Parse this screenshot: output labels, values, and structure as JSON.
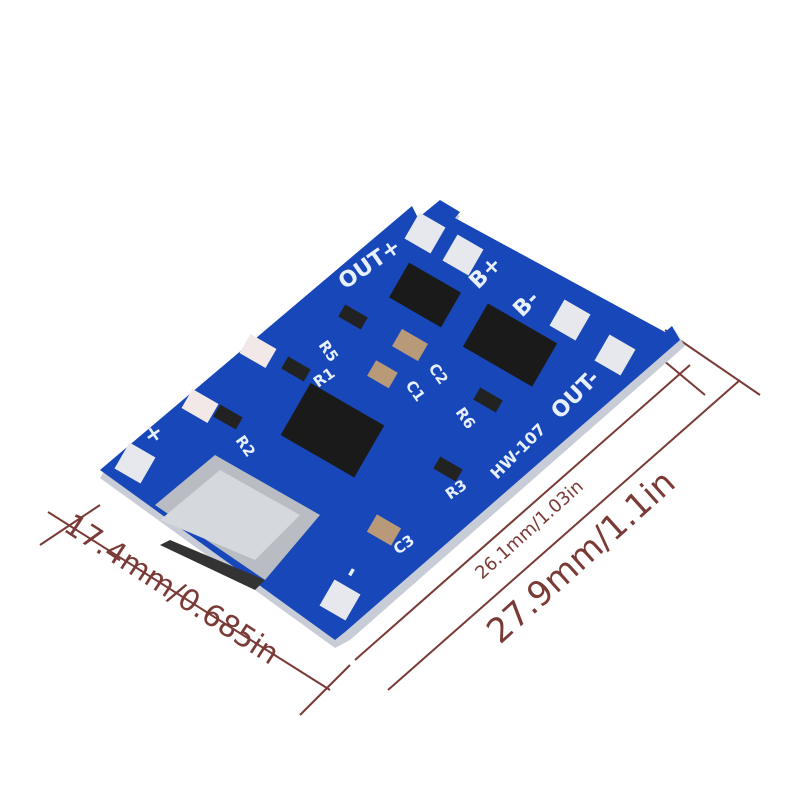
{
  "board": {
    "model": "HW-107",
    "labels": {
      "out_plus": "OUT+",
      "out_minus": "OUT-",
      "b_plus": "B+",
      "b_minus": "B-",
      "plus": "+",
      "minus": "-",
      "r1": "R1",
      "r3": "R3",
      "r5": "R5",
      "r6": "R6",
      "c1": "C1",
      "c2": "C2",
      "c3": "C3",
      "r2_mark": "R2"
    },
    "colors": {
      "pcb": "#1747b8",
      "pad": "#e6e8ee",
      "chip": "#1a1a1a"
    }
  },
  "dimensions": {
    "width": "17.4mm/0.685in",
    "inner_length": "26.1mm/1.03in",
    "outer_length": "27.9mm/1.1in",
    "color": "#7a3a36"
  }
}
